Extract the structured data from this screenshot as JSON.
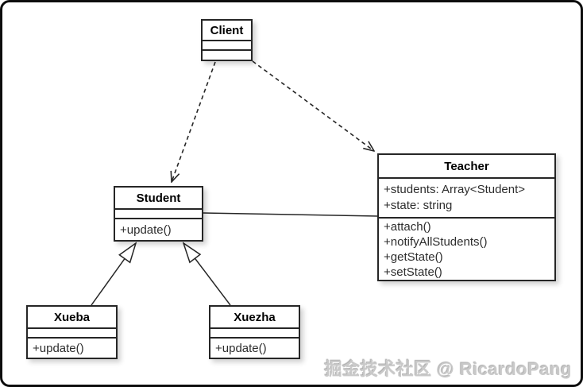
{
  "diagram": {
    "kind": "uml-class-diagram",
    "watermark": "掘金技术社区 @ RicardoPang"
  },
  "classes": {
    "client": {
      "name": "Client",
      "attributes": [],
      "methods": []
    },
    "teacher": {
      "name": "Teacher",
      "attributes": [
        "+students: Array<Student>",
        "+state: string"
      ],
      "methods": [
        "+attach()",
        "+notifyAllStudents()",
        "+getState()",
        "+setState()"
      ]
    },
    "student": {
      "name": "Student",
      "attributes": [],
      "methods": [
        "+update()"
      ]
    },
    "xueba": {
      "name": "Xueba",
      "attributes": [],
      "methods": [
        "+update()"
      ]
    },
    "xuezha": {
      "name": "Xuezha",
      "attributes": [],
      "methods": [
        "+update()"
      ]
    }
  },
  "relations": [
    {
      "from": "Client",
      "to": "Student",
      "type": "dependency",
      "line": "dashed",
      "arrow": "open"
    },
    {
      "from": "Client",
      "to": "Teacher",
      "type": "dependency",
      "line": "dashed",
      "arrow": "open"
    },
    {
      "from": "Student",
      "to": "Teacher",
      "type": "association",
      "line": "solid",
      "arrow": "none"
    },
    {
      "from": "Xueba",
      "to": "Student",
      "type": "generalization",
      "line": "solid",
      "arrow": "hollow-triangle"
    },
    {
      "from": "Xuezha",
      "to": "Student",
      "type": "generalization",
      "line": "solid",
      "arrow": "hollow-triangle"
    }
  ],
  "colors": {
    "background": "#ffffff",
    "stroke": "#262626",
    "frame": "#0d0d0d",
    "text": "#2d2d2d",
    "watermark": "#c9c9c9"
  }
}
